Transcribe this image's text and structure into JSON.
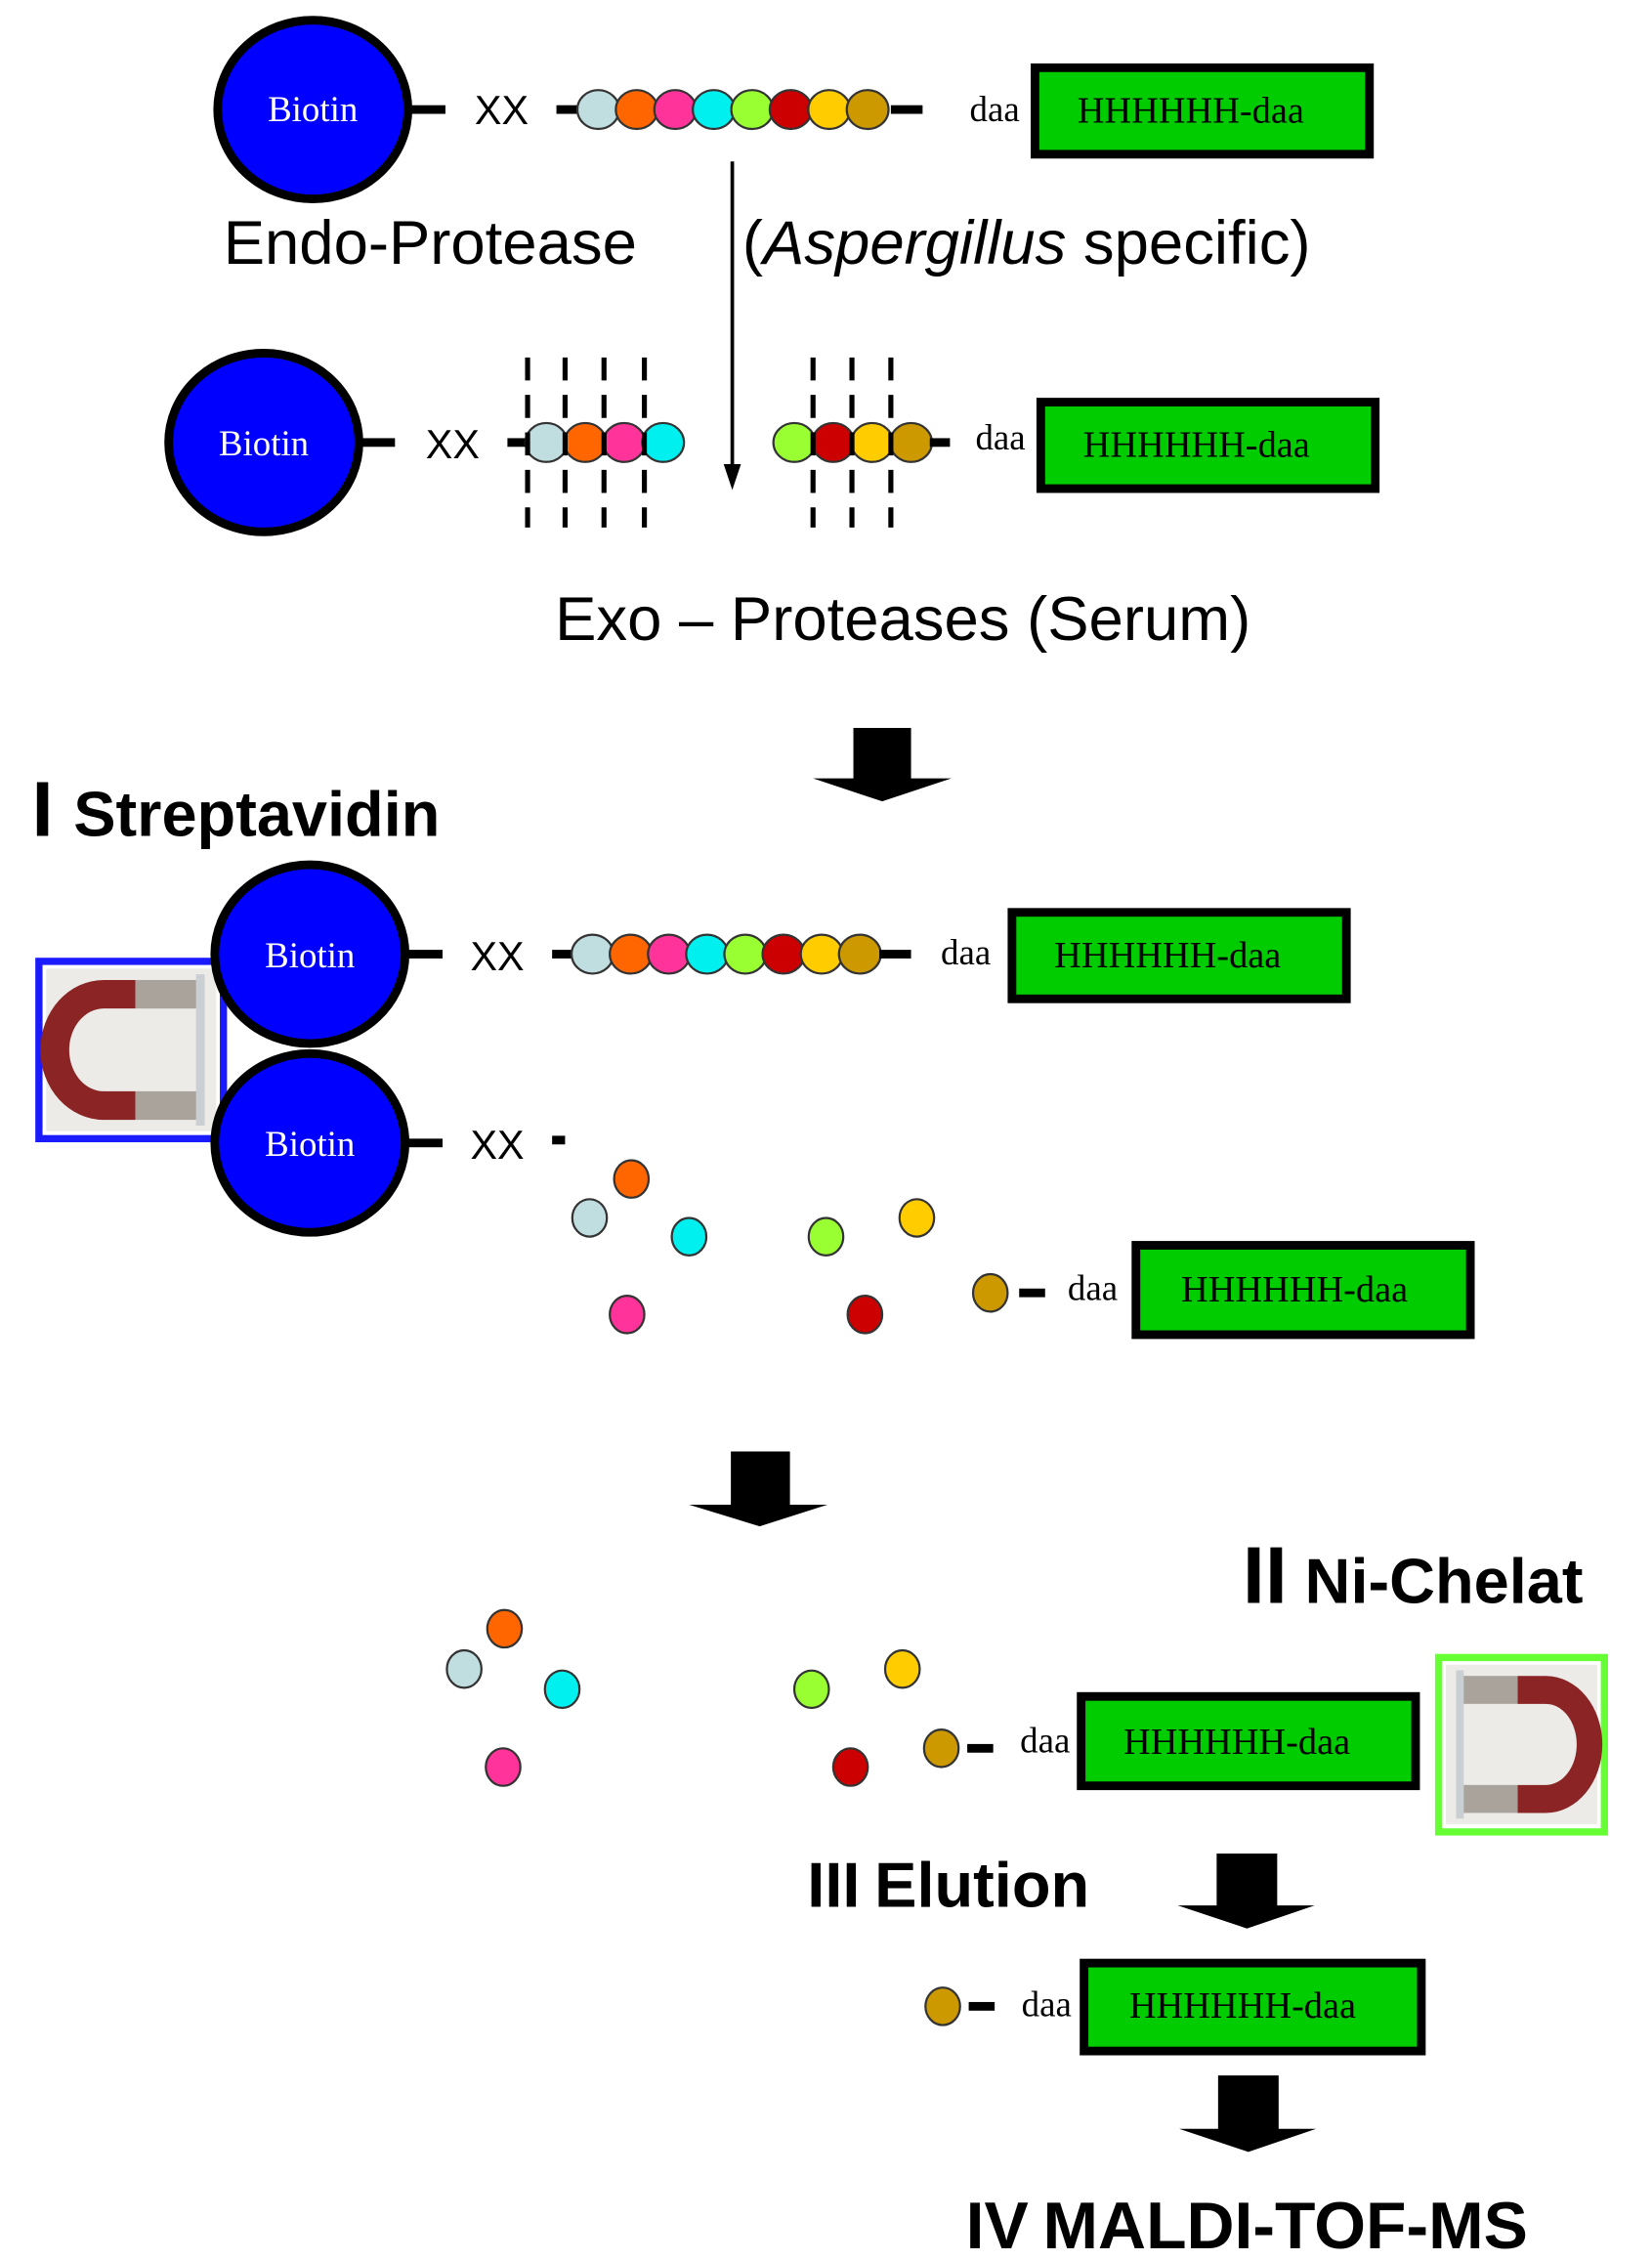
{
  "colors": {
    "biotin_fill": "#0000ff",
    "tag_fill": "#00cc00",
    "magnet_frame_streptavidin": "#1a1aff",
    "magnet_frame_nichelat": "#66ff33",
    "magnet_red": "#8b2525",
    "magnet_steel": "#a9a39c",
    "beads": [
      "#c0dde0",
      "#ff6600",
      "#ff3399",
      "#00f0f0",
      "#99ff33",
      "#cc0000",
      "#ffcc00",
      "#cc9900"
    ]
  },
  "labels": {
    "biotin": "Biotin",
    "linker": "XX",
    "daa": "daa",
    "his_tag": "HHHHHH-daa"
  },
  "steps": {
    "endo": {
      "main": "Endo-Protease",
      "paren_open": "(",
      "organism": "Aspergillus",
      "suffix": " specific)"
    },
    "exo": "Exo – Proteases (Serum)",
    "step1": {
      "numeral": "I",
      "name": "Streptavidin"
    },
    "step2": {
      "numeral": "II",
      "name": "Ni-Chelat"
    },
    "step3": {
      "numeral": "III",
      "name": "Elution"
    },
    "step4": {
      "numeral": "IV",
      "name": "MALDI-TOF-MS"
    }
  },
  "peptide": {
    "bead_count": 8,
    "cleaved_left_count": 4,
    "cleaved_right_count": 4
  }
}
